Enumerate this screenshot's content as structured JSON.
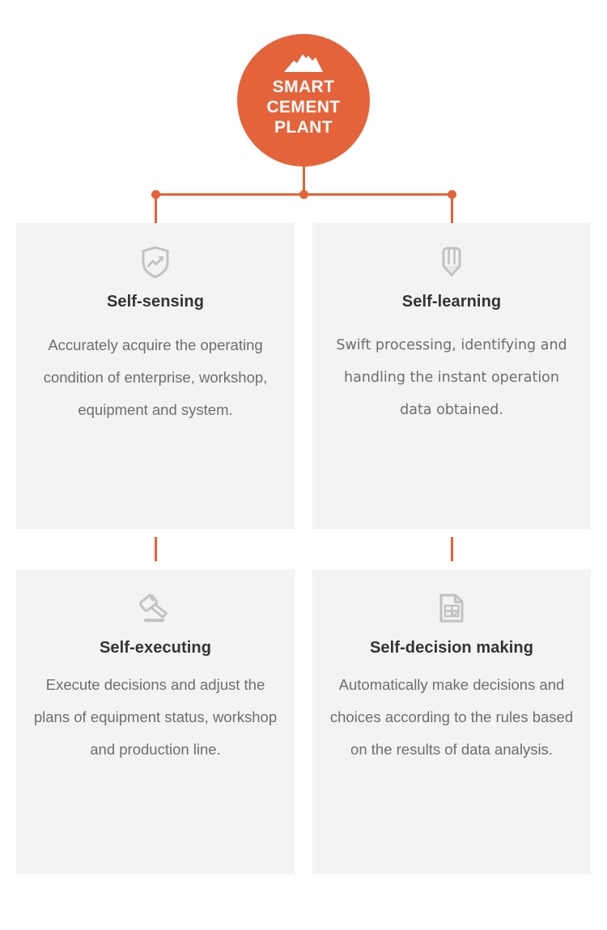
{
  "hub": {
    "label": "SMART\nCEMENT\nPLANT",
    "label_lines": [
      "SMART",
      "CEMENT",
      "PLANT"
    ],
    "icon": "mountain-icon",
    "color": "#E5633A",
    "text_color": "#FFFFFF"
  },
  "connectors": {
    "color": "#E5633A",
    "dot_count": 3
  },
  "cards": [
    {
      "id": "self-sensing",
      "icon": "shield-trend-icon",
      "title": "Self-sensing",
      "body": "Accurately acquire the operating condition of enterprise, workshop, equipment and system."
    },
    {
      "id": "self-learning",
      "icon": "pencil-icon",
      "title": "Self-learning",
      "body": "Swift processing, identifying and handling the instant operation data obtained."
    },
    {
      "id": "self-executing",
      "icon": "gavel-icon",
      "title": "Self-executing",
      "body": "Execute decisions and adjust the plans of equipment status, workshop and production line."
    },
    {
      "id": "self-decision-making",
      "icon": "document-table-check-icon",
      "title": "Self-decision making",
      "body": "Automatically make decisions and choices according to the rules based on the results of data analysis."
    }
  ],
  "theme": {
    "card_background": "#F3F3F3",
    "title_color": "#333333",
    "body_color": "#6E6E6E",
    "page_background": "#FFFFFF",
    "accent": "#E5633A"
  }
}
